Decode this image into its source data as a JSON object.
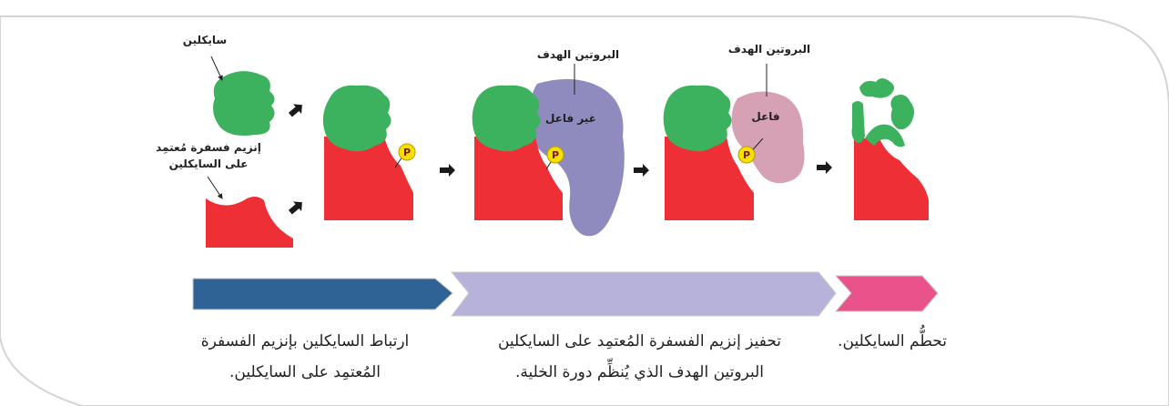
{
  "labels": {
    "cyclin": "سايكلين",
    "cdk_line1": "إنزيم فسفرة مُعتمِد",
    "cdk_line2": "على السايكلين",
    "target_protein_1": "البروتين الهدف",
    "inactive": "غير فاعل",
    "target_protein_2": "البروتين الهدف",
    "active": "فاعل",
    "phosphate": "P"
  },
  "captions": {
    "stage1_line1": "ارتباط السايكلين بإنزيم الفسفرة",
    "stage1_line2": "المُعتمِد على السايكلين.",
    "stage2_line1": "تحفيز إنزيم الفسفرة المُعتمِد على السايكلين",
    "stage2_line2": "البروتين الهدف الذي يُنظِّم دورة الخلية.",
    "stage3_line1": "تحطُّم السايكلين."
  },
  "colors": {
    "cyclin": "#3db25e",
    "cdk": "#ee2f36",
    "inactive_protein": "#8f8bbf",
    "active_protein": "#d7a1b5",
    "phosphate": "#f5e000",
    "arrow_blue": "#2f6396",
    "arrow_lavender": "#b6b2d9",
    "arrow_pink": "#e9528b",
    "step_arrow": "#1a1a1a"
  }
}
